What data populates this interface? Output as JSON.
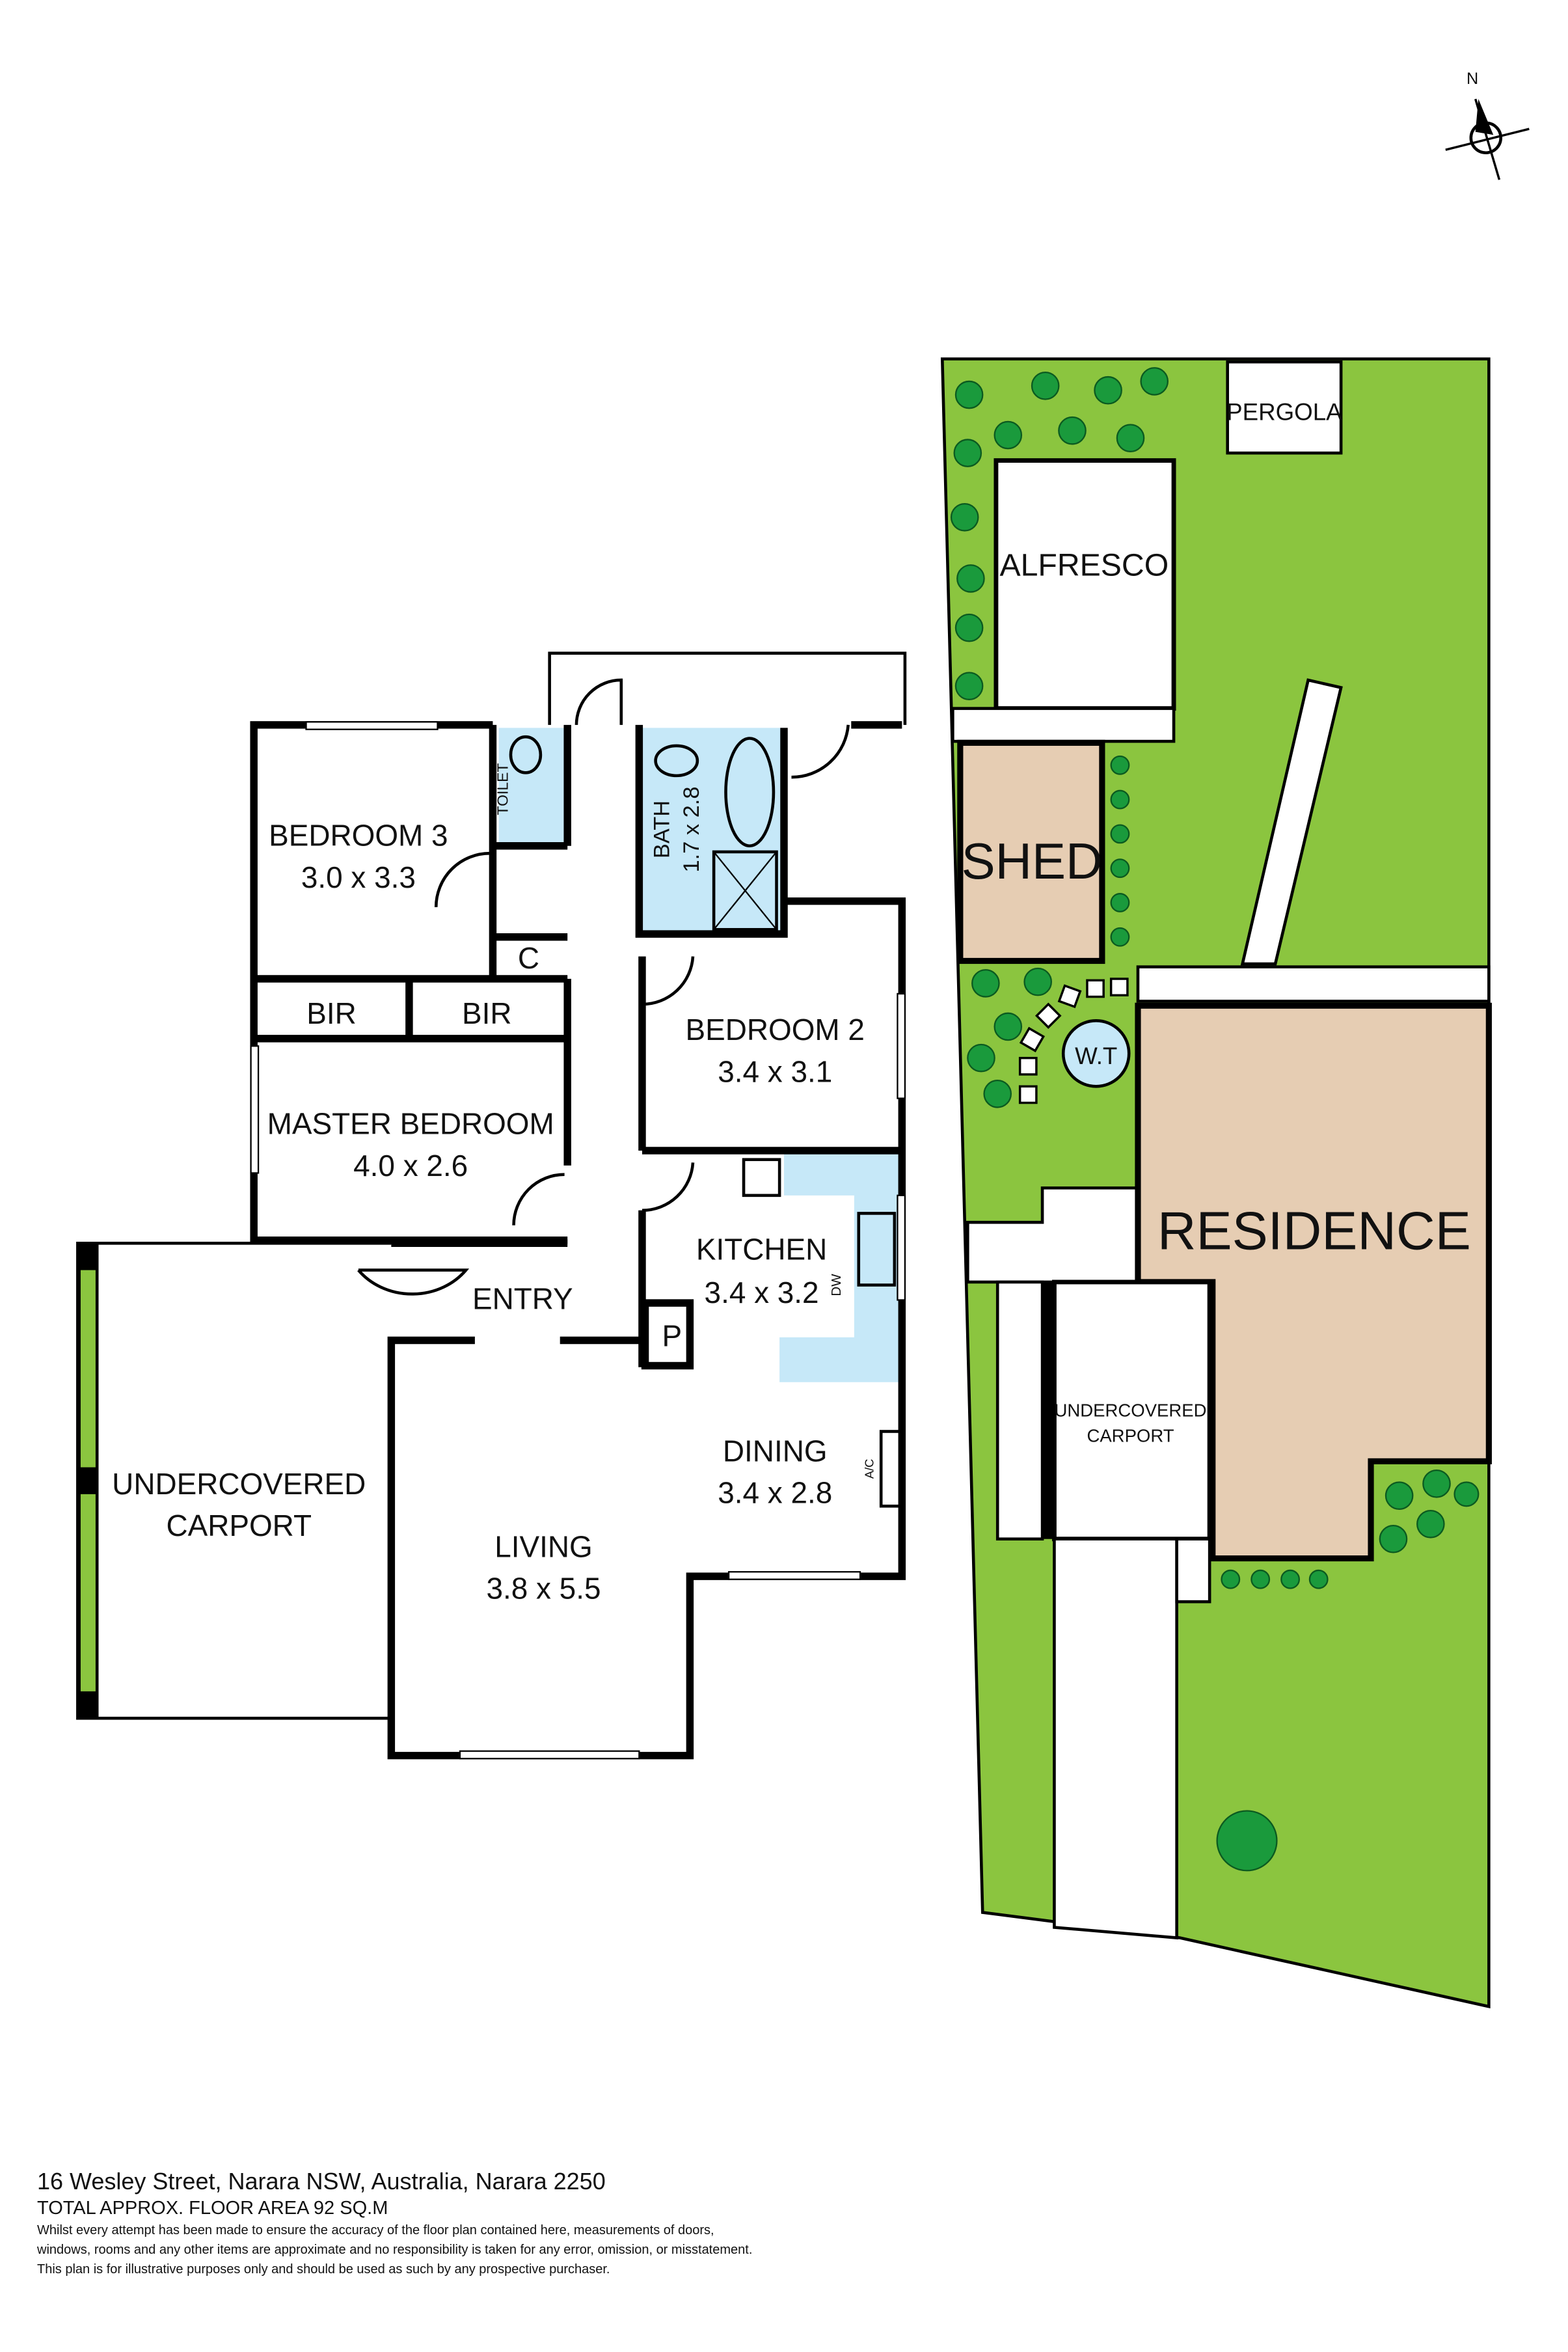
{
  "compass": {
    "label": "N"
  },
  "floor_plan": {
    "rooms": {
      "bedroom3": {
        "name": "BEDROOM 3",
        "size": "3.0 x 3.3"
      },
      "toilet": {
        "name": "TOILET"
      },
      "bath": {
        "name": "BATH",
        "size": "1.7 x 2.8"
      },
      "closet": {
        "name": "C"
      },
      "bir1": {
        "name": "BIR"
      },
      "bir2": {
        "name": "BIR"
      },
      "master": {
        "name": "MASTER BEDROOM",
        "size": "4.0 x 2.6"
      },
      "bedroom2": {
        "name": "BEDROOM 2",
        "size": "3.4 x 3.1"
      },
      "kitchen": {
        "name": "KITCHEN",
        "size": "3.4 x 3.2"
      },
      "dw": {
        "name": "DW"
      },
      "pantry": {
        "name": "P"
      },
      "entry": {
        "name": "ENTRY"
      },
      "carport": {
        "name": "UNDERCOVERED",
        "name2": "CARPORT"
      },
      "dining": {
        "name": "DINING",
        "size": "3.4 x 2.8"
      },
      "ac": {
        "name": "A/C"
      },
      "living": {
        "name": "LIVING",
        "size": "3.8 x 5.5"
      }
    }
  },
  "site_plan": {
    "pergola": "PERGOLA",
    "alfresco": "ALFRESCO",
    "shed": "SHED",
    "water_tank": "W.T",
    "residence": "RESIDENCE",
    "carport": {
      "line1": "UNDERCOVERED",
      "line2": "CARPORT"
    }
  },
  "colors": {
    "lawn": "#8bc53f",
    "building": "#e6cdb3",
    "wet_area": "#c6e8f8",
    "shrub": "#1a9a3c"
  },
  "footer": {
    "address": "16 Wesley Street, Narara NSW, Australia, Narara 2250",
    "area": "TOTAL APPROX. FLOOR AREA 92 SQ.M",
    "disclaimer1": "Whilst every attempt has been made to ensure the accuracy of the floor plan contained here, measurements of doors,",
    "disclaimer2": "windows, rooms and any other items are approximate and no responsibility is taken for any error, omission, or misstatement.",
    "disclaimer3": "This plan is for illustrative purposes only and should be used as such by any prospective purchaser."
  }
}
